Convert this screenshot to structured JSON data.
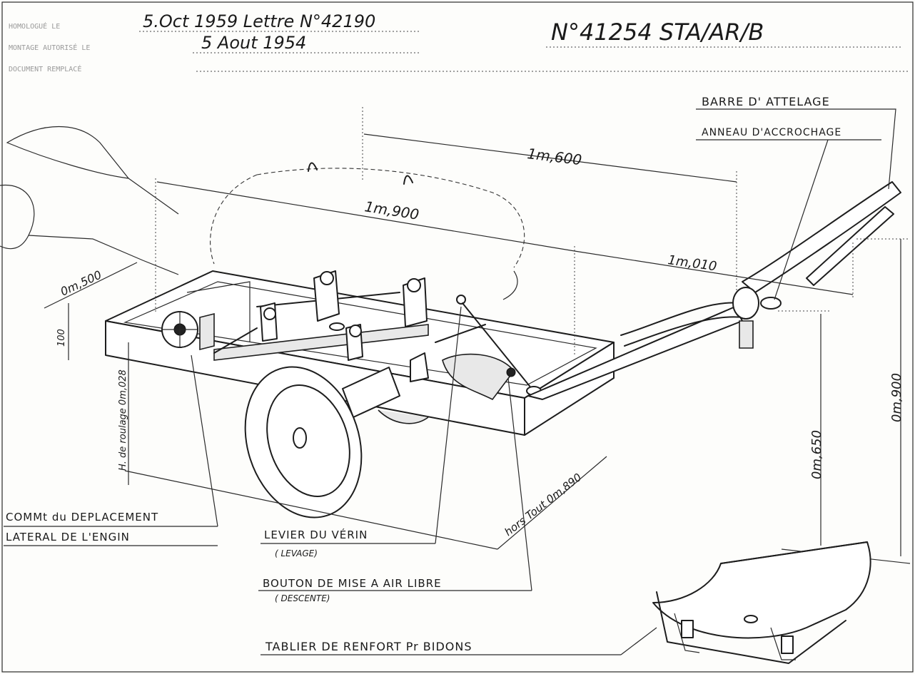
{
  "header": {
    "line1_label": "HOMOLOGUÉ LE",
    "line1_value": "5.Oct 1959  Lettre N°42190",
    "line2_label": "MONTAGE AUTORISÉ LE",
    "line2_value": "5 Aout 1954",
    "line3_label": "DOCUMENT REMPLACÉ",
    "drawing_number": "N°41254  STA/AR/B"
  },
  "dimensions": {
    "d1600": "1m,600",
    "d1900": "1m,900",
    "d1010": "1m,010",
    "d500": "0m,500",
    "d100": "100",
    "d028": "H. de roulage 0m,028",
    "d890": "hors Tout 0m,890",
    "d650": "0m,650",
    "d900": "0m,900"
  },
  "labels": {
    "barre": "BARRE D' ATTELAGE",
    "anneau": "ANNEAU D'ACCROCHAGE",
    "comm1": "COMMt du DEPLACEMENT",
    "comm2": "LATERAL DE L'ENGIN",
    "levier": "LEVIER DU VÉRIN",
    "levage": "( LEVAGE)",
    "bouton": "BOUTON DE MISE A AIR LIBRE",
    "descente": "( DESCENTE)",
    "tablier": "TABLIER DE RENFORT Pr BIDONS"
  }
}
